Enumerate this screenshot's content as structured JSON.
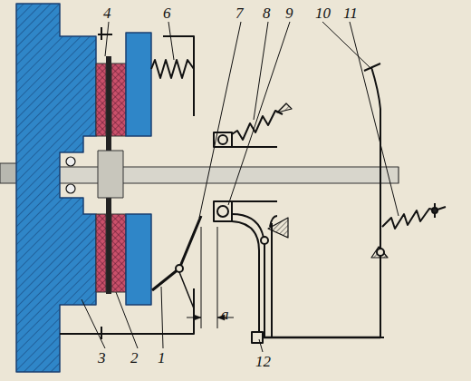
{
  "diagram": {
    "labels": [
      "4",
      "6",
      "7",
      "8",
      "9",
      "10",
      "11",
      "3",
      "2",
      "1",
      "a",
      "12"
    ]
  }
}
